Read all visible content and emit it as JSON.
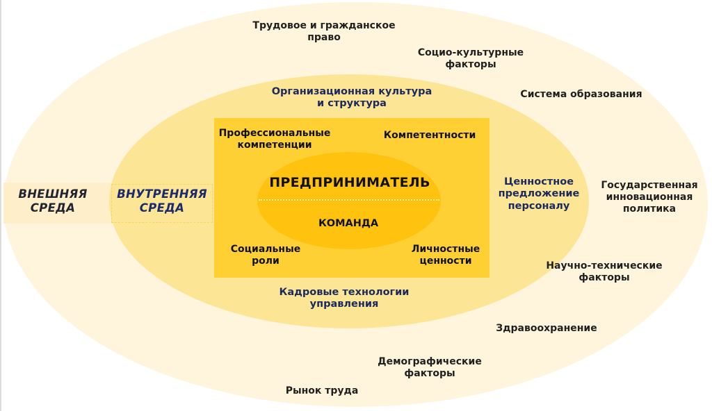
{
  "colors": {
    "outer_ring": "#FFF4DC",
    "inner_ring": "#FDE596",
    "core_rect": "#FFD033",
    "center_ellipse": "#FFC20E",
    "internal_text": "#1A2A5E",
    "external_text": "#1F1F1F"
  },
  "zones": {
    "external": [
      "ВНЕШНЯЯ",
      "СРЕДА"
    ],
    "internal": [
      "ВНУТРЕННЯЯ",
      "СРЕДА"
    ]
  },
  "center": {
    "title": "ПРЕДПРИНИМАТЕЛЬ",
    "subtitle": "КОМАНДА"
  },
  "core_items": {
    "professional": [
      "Профессиональные",
      "компетенции"
    ],
    "competencies": [
      "Компетентности"
    ],
    "social": [
      "Социальные",
      "роли"
    ],
    "personal": [
      "Личностные",
      "ценности"
    ]
  },
  "internal_items": {
    "culture": [
      "Организационная культура",
      "и структура"
    ],
    "value": [
      "Ценностное",
      "предложение",
      "персоналу"
    ],
    "hr": [
      "Кадровые технологии",
      "управления"
    ]
  },
  "external_items": {
    "law": [
      "Трудовое и гражданское",
      "право"
    ],
    "sociocultural": [
      "Социо-культурные",
      "факторы"
    ],
    "education": [
      "Система образования"
    ],
    "innovation": [
      "Государственная",
      "инновационная",
      "политика"
    ],
    "science": [
      "Научно-технические",
      "факторы"
    ],
    "health": [
      "Здравоохранение"
    ],
    "demography": [
      "Демографические",
      "факторы"
    ],
    "labor": [
      "Рынок труда"
    ]
  }
}
